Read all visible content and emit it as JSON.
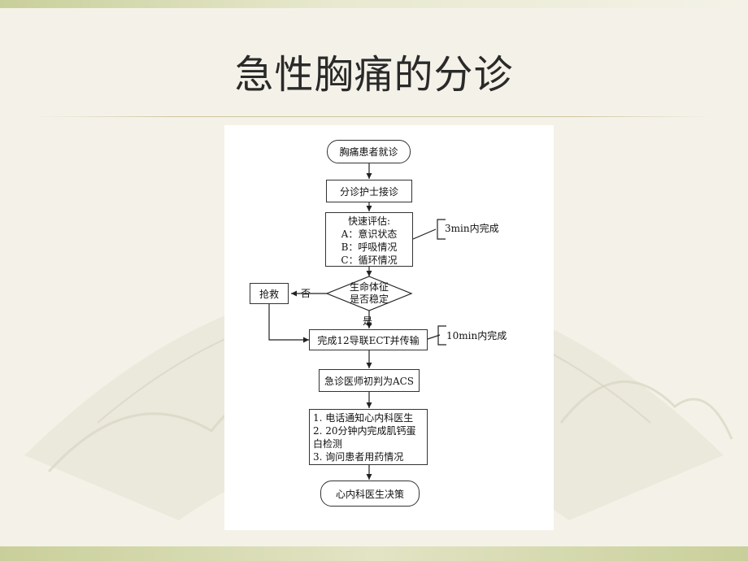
{
  "slide": {
    "title": "急性胸痛的分诊"
  },
  "flowchart": {
    "start": "胸痛患者就诊",
    "triage": "分诊护士接诊",
    "assessment": {
      "title": "快速评估:",
      "items": [
        "A：意识状态",
        "B：呼吸情况",
        "C：循环情况"
      ]
    },
    "assessment_note": "3min内完成",
    "decision": [
      "生命体征",
      "是否稳定"
    ],
    "no_label": "否",
    "yes_label": "是",
    "rescue": "抢救",
    "ecg": "完成12导联ECT并传输",
    "ecg_note": "10min内完成",
    "diagnosis": "急诊医师初判为ACS",
    "actions": [
      "1. 电话通知心内科医生",
      "2. 20分钟内完成肌钙蛋",
      "白检测",
      "3. 询问患者用药情况"
    ],
    "end": "心内科医生决策"
  }
}
